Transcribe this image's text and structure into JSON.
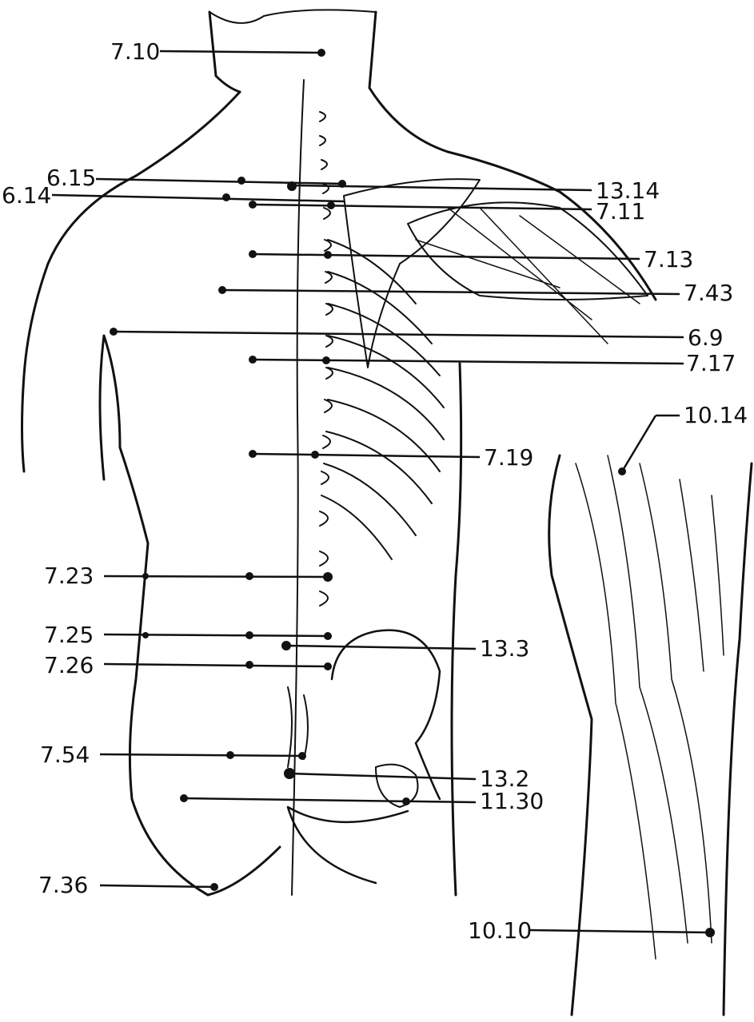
{
  "figure": {
    "labels": [
      {
        "id": "l-7-10",
        "text": "7.10"
      },
      {
        "id": "l-6-15",
        "text": "6.15"
      },
      {
        "id": "l-6-14",
        "text": "6.14"
      },
      {
        "id": "l-13-14",
        "text": "13.14"
      },
      {
        "id": "l-7-11",
        "text": "7.11"
      },
      {
        "id": "l-7-13",
        "text": "7.13"
      },
      {
        "id": "l-7-43",
        "text": "7.43"
      },
      {
        "id": "l-6-9",
        "text": "6.9"
      },
      {
        "id": "l-7-17",
        "text": "7.17"
      },
      {
        "id": "l-10-14",
        "text": "10.14"
      },
      {
        "id": "l-7-19",
        "text": "7.19"
      },
      {
        "id": "l-7-23",
        "text": "7.23"
      },
      {
        "id": "l-7-25",
        "text": "7.25"
      },
      {
        "id": "l-13-3",
        "text": "13.3"
      },
      {
        "id": "l-7-26",
        "text": "7.26"
      },
      {
        "id": "l-7-54",
        "text": "7.54"
      },
      {
        "id": "l-13-2",
        "text": "13.2"
      },
      {
        "id": "l-11-30",
        "text": "11.30"
      },
      {
        "id": "l-7-36",
        "text": "7.36"
      },
      {
        "id": "l-10-10",
        "text": "10.10"
      }
    ]
  }
}
